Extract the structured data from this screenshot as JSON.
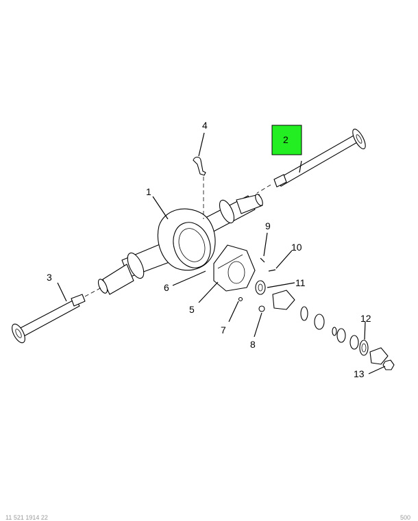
{
  "diagram": {
    "callouts": [
      {
        "id": "1",
        "label": "1"
      },
      {
        "id": "2",
        "label": "2"
      },
      {
        "id": "3",
        "label": "3"
      },
      {
        "id": "4",
        "label": "4"
      },
      {
        "id": "5",
        "label": "5"
      },
      {
        "id": "6",
        "label": "6"
      },
      {
        "id": "7",
        "label": "7"
      },
      {
        "id": "8",
        "label": "8"
      },
      {
        "id": "9",
        "label": "9"
      },
      {
        "id": "10",
        "label": "10"
      },
      {
        "id": "11",
        "label": "11"
      },
      {
        "id": "12",
        "label": "12"
      },
      {
        "id": "13",
        "label": "13"
      }
    ],
    "highlighted_callout": "2",
    "highlight_color": "#22ee22"
  },
  "footer": {
    "left": "11 521 1914 22",
    "right": "500"
  }
}
